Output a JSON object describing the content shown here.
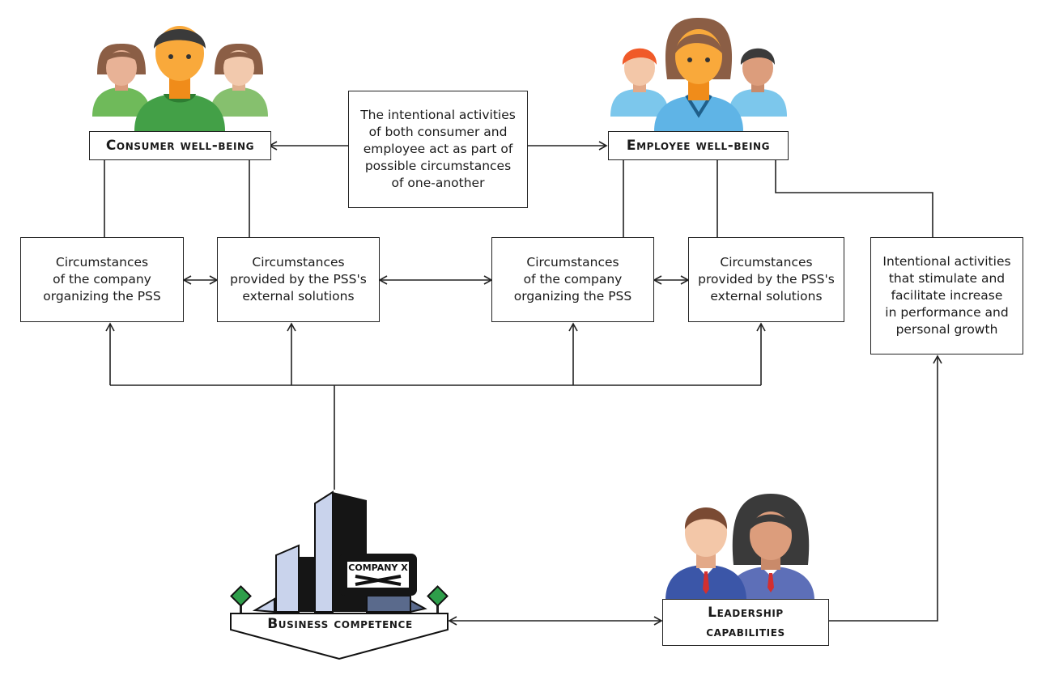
{
  "diagram": {
    "consumer_title": "Consumer well-being",
    "employee_title": "Employee well-being",
    "center_note": "The intentional activities\nof both consumer and\nemployee act as part of\npossible circumstances\nof one-another",
    "c_company_1": "Circumstances\nof the company\norganizing the PSS",
    "c_external_1": "Circumstances\nprovided by the PSS's\nexternal solutions",
    "c_company_2": "Circumstances\nof the company\norganizing the PSS",
    "c_external_2": "Circumstances\nprovided by the PSS's\nexternal solutions",
    "intentional": "Intentional activities\nthat stimulate and\nfacilitate increase\nin performance and\npersonal growth",
    "business_title": "Business competence",
    "leadership_title": "Leadership\ncapabilities",
    "company_logo": "COMPANY X"
  },
  "colors": {
    "consumer_green": "#5fb74a",
    "employee_blue": "#6fc3ec",
    "skin": "#f9a93b",
    "hair_brown": "#8b5e45",
    "hair_dark": "#3a3a3a",
    "building_light": "#c9d3ec",
    "building_dark": "#151515",
    "leader_blue": "#3b56a8"
  },
  "icons": [
    "consumer-group-icon",
    "employee-group-icon",
    "company-building-icon",
    "leaders-icon",
    "tree-icon"
  ]
}
